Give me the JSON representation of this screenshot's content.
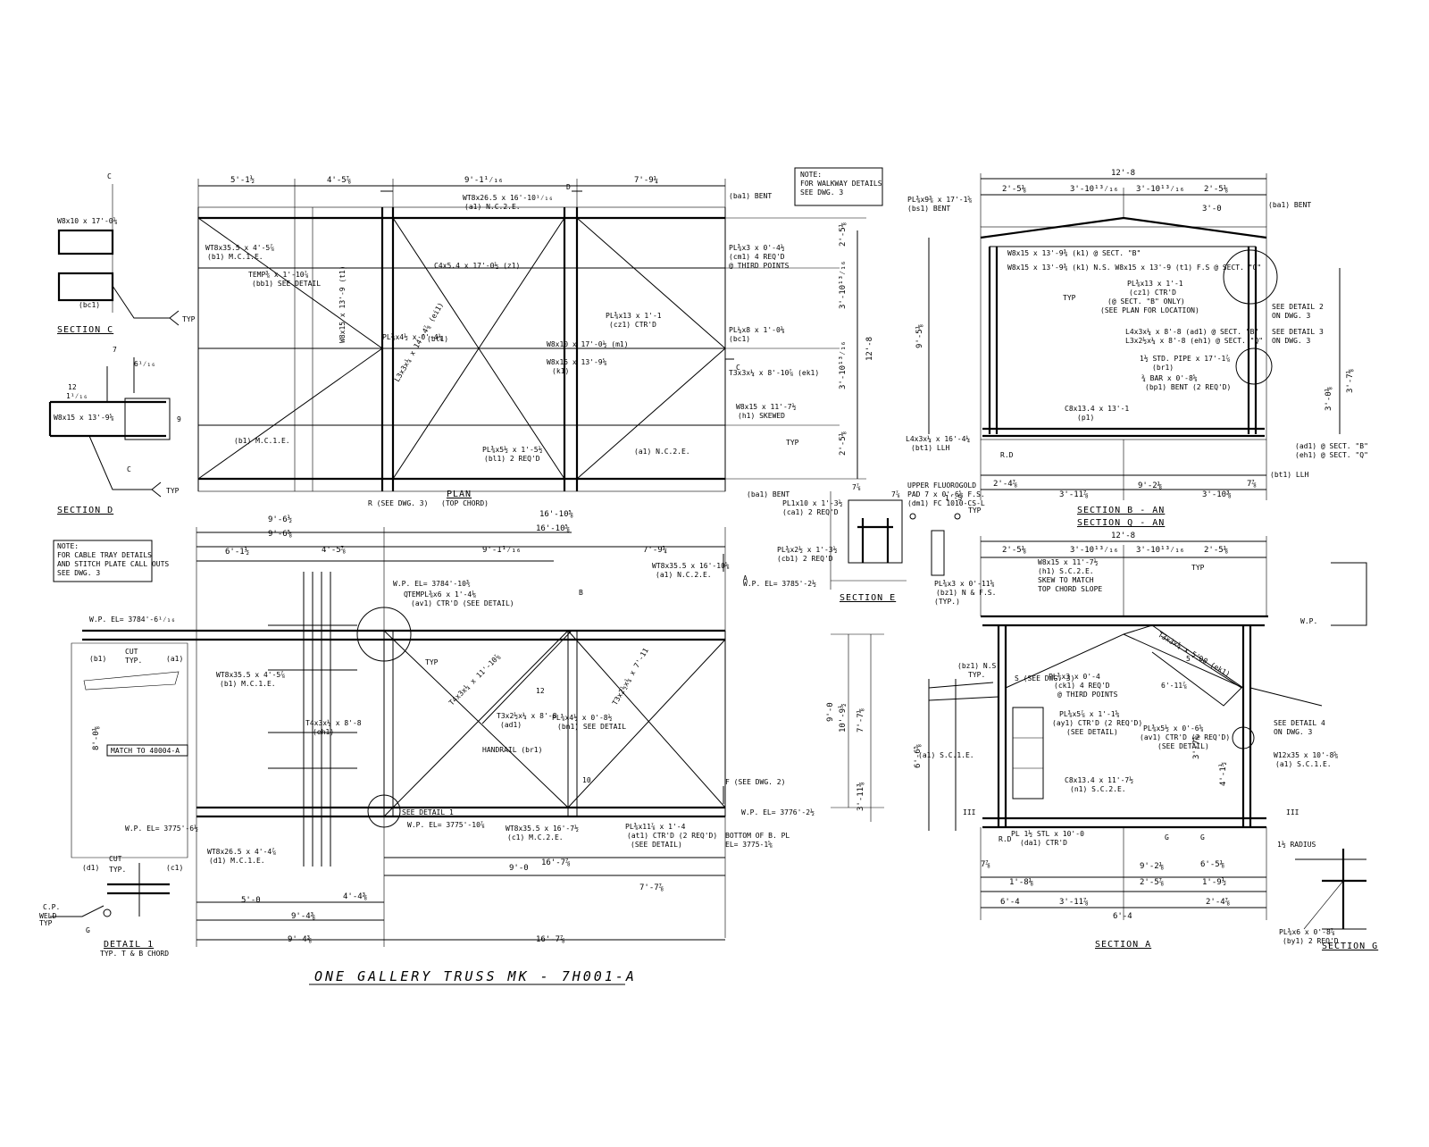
{
  "drawing_title": "ONE GALLERY TRUSS MK - 7H001-A",
  "section_titles": {
    "section_c": "SECTION C",
    "section_d": "SECTION D",
    "detail_1": "DETAIL 1",
    "detail_1_sub": "TYP. T & B CHORD",
    "plan": "PLAN",
    "plan_sub": "(TOP CHORD)",
    "section_b_an": "SECTION B - AN",
    "section_q_an": "SECTION Q - AN",
    "section_e": "SECTION E",
    "section_a": "SECTION A",
    "section_g": "SECTION G"
  },
  "notes": {
    "walkway": [
      "NOTE:",
      "FOR WALKWAY DETAILS",
      "SEE DWG. 3"
    ],
    "cable_tray": [
      "NOTE:",
      "FOR CABLE TRAY DETAILS",
      "AND STITCH PLATE CALL OUTS",
      "SEE DWG. 3"
    ],
    "match": "MATCH TO 40004-A",
    "upper_fluoro": [
      "UPPER FLUOROGOLD",
      "PAD 7 x 0'-6⅝ F.S.",
      "(dm1) FC 1010-CS-L"
    ]
  },
  "plan_labels": {
    "top_dims": [
      "5'-1½",
      "4'-5⅞",
      "9'-1¹⁄₁₆",
      "7'-9¼"
    ],
    "right_dims": [
      "2'-5⅛",
      "3'-10¹³⁄₁₆",
      "3'-10¹³⁄₁₆",
      "2'-5⅛"
    ],
    "overall_right": "12'-8",
    "members": [
      "WT8x35.5 x 4'-5⅞",
      "(b1) M.C.1.E.",
      "WT8x26.5 x 16'-10¹⁄₁₆",
      "(a1) N.C.2.E.",
      "C4x5.4 x 17'-0½ (z1)",
      "W8x15 x 13'-9 (t1)",
      "W8x10 x 17'-0½ (m1)",
      "W8x15 x 13'-9⅝",
      "(k1)",
      "W8x15 x 11'-7½",
      "(h1) SKEWED",
      "L3x3x¼ x 14'-4⅞ (ei1)",
      "TEMP⅜ x 1'-10⅞",
      "(bb1) SEE DETAIL",
      "PL⅜x13 x 1'-1",
      "(cz1) CTR'D",
      "PL⅜x4½ x 0'-4¼",
      "(bt1)",
      "PL⅜x3 x 0'-4½",
      "(cm1) 4 REQ'D",
      "@ THIRD POINTS",
      "PL¼x8 x 1'-0⅛",
      "(bc1)",
      "T3x3x¼ x 8'-10⅞ (ek1)",
      "(ba1) BENT",
      "(b1) M.C.1.E.",
      "PL⅜x5½ x 1'-5½",
      "(bl1) 2 REQ'D",
      "(a1) N.C.2.E.",
      "R (SEE DWG. 3)",
      "D",
      "C",
      "TYP"
    ]
  },
  "elevation_labels": {
    "top_dims": [
      "9'-6½",
      "9'-6⅝",
      "6'-1½",
      "4'-5⅞",
      "9'-1¹⁄₁₆",
      "7'-9¼",
      "16'-10⅝",
      "16'-10⅝"
    ],
    "bottom_dims": [
      "9'-0",
      "7'-7⅞",
      "16'-7⅞",
      "4'-4⅜",
      "5'-0",
      "9'-4⅜",
      "9'-4⅜",
      "16'-7⅞"
    ],
    "left_dims": [
      "8'-0⅛",
      "10'-9½",
      "7'-7⅛",
      "3'-11⅜",
      "9'-0"
    ],
    "wp_labels": [
      "W.P. EL= 3784'-6¹⁄₁₆",
      "W.P. EL= 3784'-10⅗",
      "W.P. EL= 3785'-2½",
      "W.P. EL= 3775'-6½",
      "W.P. EL= 3775'-10⅞",
      "W.P. EL= 3776'-2½",
      "BOTTOM OF B. PL",
      "EL= 3775-1⅝"
    ],
    "members": [
      "WT8x35.5 x 16'-10⅝",
      "(a1) N.C.2.E.",
      "WT8x35.5 x 4'-5⅞",
      "(b1) M.C.1.E.",
      "WT8x26.5 x 4'-4⅞",
      "(d1) M.C.1.E.",
      "WT8x35.5 x 16'-7½",
      "(c1) M.C.2.E.",
      "TEMPL⅜x6 x 1'-4⅛",
      "(av1) CTR'D (SEE DETAIL)",
      "T4x3x¼ x 8'-8",
      "(eh1)",
      "T4x3x¼ x 11'-10⅞",
      "T3x2½x¼ x 8'-8",
      "(ad1)",
      "PL⅜x4½ x 0'-8½",
      "(bn1) SEE DETAIL",
      "HANDRAIL (br1)",
      "T3x2½x¼ x 7'-11",
      "PL⅜x11⅞ x 1'-4",
      "(at1) CTR'D (2 REQ'D)",
      "(SEE DETAIL)",
      "SEE DETAIL 1",
      "(b1)",
      "(a1)",
      "CUT",
      "TYP.",
      "Q",
      "B",
      "A",
      "F (SEE DWG. 2)",
      "12",
      "10",
      "TYP"
    ]
  },
  "section_b": {
    "top_dims": [
      "12'-8",
      "2'-5⅛",
      "3'-10¹³⁄₁₆",
      "3'-10¹³⁄₁₆",
      "2'-5⅛",
      "3'-0"
    ],
    "bottom_dims": [
      "2'-4⅞",
      "9'-2⅛",
      "3'-11⅞",
      "3'-10⅜",
      "7⅞"
    ],
    "side_dims": [
      "9'-5⅛",
      "3'-7⅛",
      "3'-0⅛"
    ],
    "labels": [
      "PL⅜x9⅜ x 17'-1⅝",
      "(bs1) BENT",
      "(ba1) BENT",
      "W8x15 x 13'-9⅜ (k1) @ SECT. \"B\"",
      "W8x15 x 13'-9⅜ (k1) N.S. W8x15 x 13'-9 (t1) F.S @ SECT. \"Q\"",
      "PL⅜x13 x 1'-1",
      "(cz1) CTR'D",
      "(@ SECT. \"B\" ONLY)",
      "(SEE PLAN FOR LOCATION)",
      "L4x3x¼ x 8'-8 (ad1) @ SECT. \"B\"",
      "L3x2½x¼ x 8'-8 (eh1) @ SECT. \"Q\"",
      "1½ STD. PIPE x 17'-1⅞",
      "(br1)",
      "¾ BAR x 0'-8⅝",
      "(bp1) BENT (2 REQ'D)",
      "SEE DETAIL 2",
      "ON DWG. 3",
      "SEE DETAIL 3",
      "ON DWG. 3",
      "(ad1) @ SECT. \"B\"",
      "(eh1) @ SECT. \"Q\"",
      "C8x13.4 x 13'-1",
      "(p1)",
      "L4x3x¼ x 16'-4¼",
      "(bt1) LLH",
      "(bt1) LLH",
      "R.D",
      "TYP"
    ]
  },
  "section_e": {
    "labels": [
      "PL1x10 x 1'-3½",
      "(ca1) 2 REQ'D",
      "PL⅜x2½ x 1'-3½",
      "(cb1) 2 REQ'D",
      "PL⅜x3 x 0'-11⅝",
      "(bz1) N & F.S.",
      "(TYP.)",
      "(ba1) BENT",
      "7⅞",
      "7⅞",
      "1'-5",
      "TYP"
    ]
  },
  "section_a": {
    "top_dims": [
      "12'-8",
      "2'-5⅛",
      "3'-10¹³⁄₁₆",
      "3'-10¹³⁄₁₆",
      "2'-5⅛"
    ],
    "bottom_dims": [
      "7⅞",
      "1'-8⅛",
      "3'-11⅞",
      "2'-5⅞",
      "1'-9½",
      "2'-4⅞",
      "6'-4",
      "6'-4",
      "9'-2⅛",
      "6'-5⅛"
    ],
    "side_dims": [
      "6'-6⅝",
      "3'-7⅜",
      "4'-1½"
    ],
    "labels": [
      "W8x15 x 11'-7½",
      "(h1) S.C.2.E.",
      "SKEW TO MATCH",
      "TOP CHORD SLOPE",
      "(bz1) N.S.",
      "TYP.",
      "T3x3x¼ x 5'-0 (ek1)",
      "5'-0",
      "6'-11⅞",
      "PL⅜x3 x 0'-4",
      "(ck1) 4 REQ'D",
      "@ THIRD POINTS",
      "PL⅜x5⅞ x 1'-1⅝",
      "(ay1) CTR'D (2 REQ'D)",
      "(SEE DETAIL)",
      "PL⅜x5½ x 0'-6⅝",
      "(av1) CTR'D (2 REQ'D)",
      "(SEE DETAIL)",
      "SEE DETAIL 4",
      "ON DWG. 3",
      "W12x35 x 10'-8⅝",
      "(a1) S.C.1.E.",
      "(a1) S.C.1.E.",
      "C8x13.4 x 11'-7½",
      "(n1) S.C.2.E.",
      "PL 1½ STL x 10'-0",
      "(da1) CTR'D",
      "S (SEE DWG. 3)",
      "R.D",
      "TYP",
      "G",
      "G",
      "III",
      "III",
      "W.P."
    ]
  },
  "section_g": {
    "labels": [
      "1½ RADIUS",
      "PL⅜x6 x 0'-8⅞",
      "(by1) 2 REQ'D"
    ]
  },
  "detail_1": {
    "labels": [
      "CUT",
      "TYP.",
      "(d1)",
      "(c1)",
      "C.P.",
      "WELD",
      "TYP",
      "G"
    ]
  },
  "section_c_labels": [
    "W8x10 x 17'-0⅛",
    "(bc1)",
    "TYP",
    "C"
  ],
  "section_d_labels": [
    "W8x15 x 13'-9⅝",
    "TYP",
    "C",
    "7",
    "9",
    "12",
    "1¹⁄₁₆",
    "6¹⁄₁₆"
  ]
}
